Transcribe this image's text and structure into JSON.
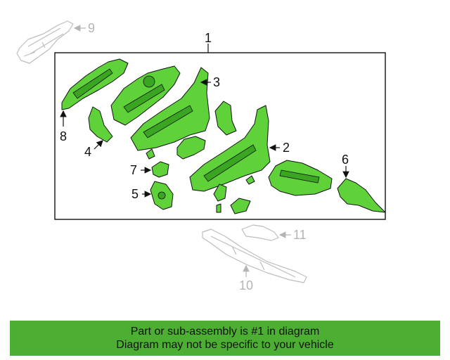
{
  "callouts": {
    "c1": "1",
    "c2": "2",
    "c3": "3",
    "c4": "4",
    "c5": "5",
    "c6": "6",
    "c7": "7",
    "c8": "8",
    "c9": "9",
    "c10": "10",
    "c11": "11"
  },
  "banner": {
    "line1": "Part or sub-assembly is #1 in diagram",
    "line2": "Diagram may not be specific to your vehicle"
  },
  "colors": {
    "part": "#5fd23a",
    "banner": "#4caf33",
    "ghost": "#bdbdbd"
  }
}
